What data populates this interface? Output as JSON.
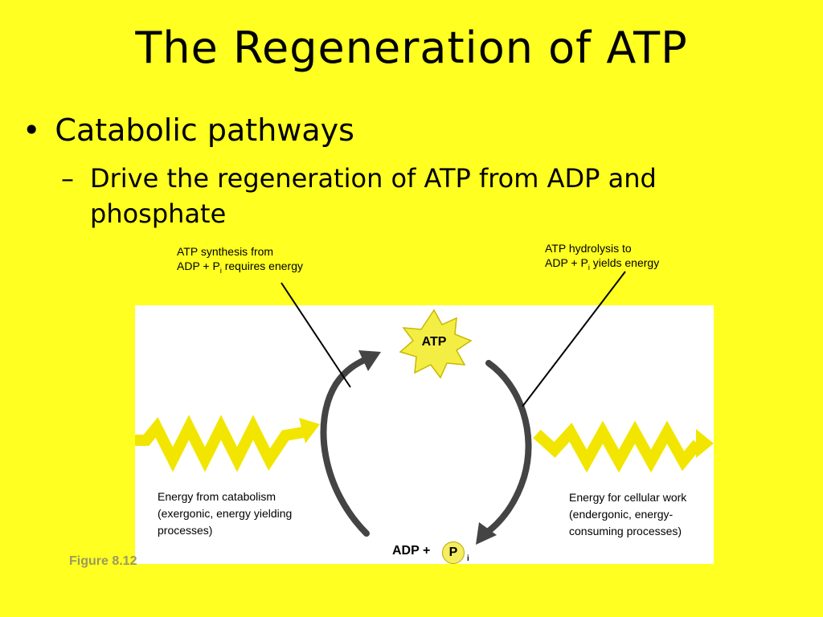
{
  "title": "The Regeneration of ATP",
  "bullet": "Catabolic pathways",
  "sub_bullet": "Drive the regeneration of ATP from ADP and phosphate",
  "callout_left": {
    "line1": "ATP synthesis  from",
    "line2a": "ADP +  P",
    "line2sub": "i",
    "line2b": " requires energy"
  },
  "callout_right": {
    "line1": "ATP hydrolysis to",
    "line2a": "ADP +  P",
    "line2sub": "i",
    "line2b": " yields energy"
  },
  "atp_label": "ATP",
  "adp_label": "ADP +",
  "p_label": "P",
  "p_sub": "i",
  "left_label": [
    "Energy from catabolism",
    "(exergonic, energy yielding",
    "processes)"
  ],
  "right_label": [
    "Energy for cellular work",
    "(endergonic, energy-",
    "consuming processes)"
  ],
  "figure": "Figure 8.12",
  "colors": {
    "background": "#FFFF22",
    "panel": "#FFFFFF",
    "zigzag": "#F2E600",
    "arrows": "#444444",
    "star": "#F4EE44"
  }
}
